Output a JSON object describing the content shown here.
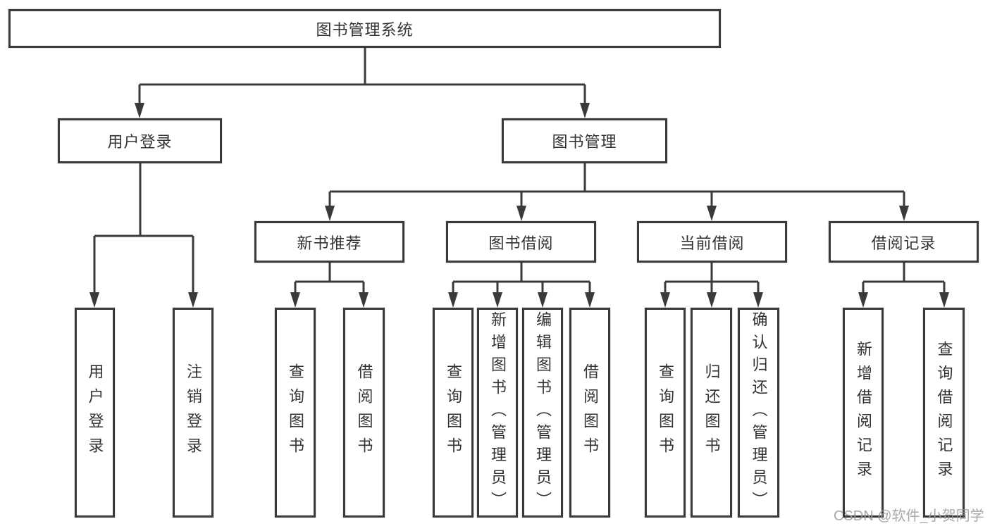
{
  "diagram_title": "图书管理系统",
  "nodes": {
    "root": "图书管理系统",
    "level2": [
      "用户登录",
      "图书管理"
    ],
    "level3": [
      "新书推荐",
      "图书借阅",
      "当前借阅",
      "借阅记录"
    ],
    "leaves": [
      "用户登录",
      "注销登录",
      "查询图书",
      "借阅图书",
      "查询图书",
      "新增图书（管理员）",
      "编辑图书（管理员）",
      "借阅图书",
      "查询图书",
      "归还图书",
      "确认归还（管理员）",
      "新增借阅记录",
      "查询借阅记录"
    ]
  },
  "watermark": {
    "text": "CSDN @软件_小贺同学"
  },
  "colors": {
    "line": "#3a3a3a",
    "text": "#333333",
    "watermark": "#999999",
    "background": "#ffffff"
  }
}
